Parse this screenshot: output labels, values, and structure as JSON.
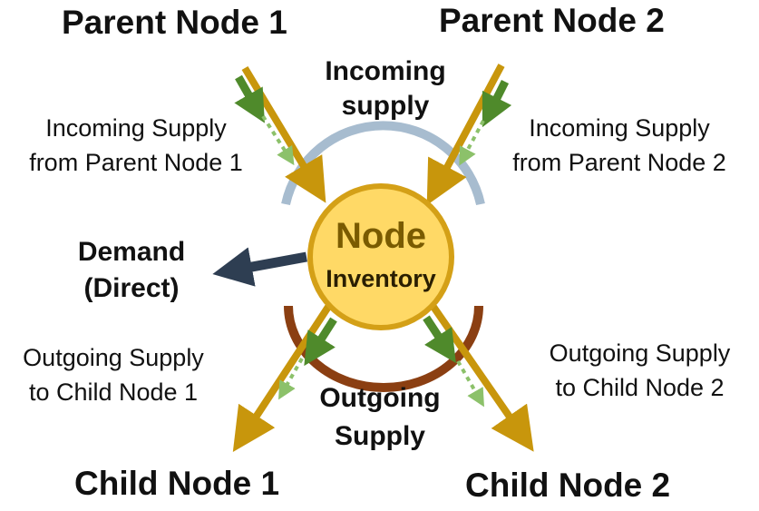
{
  "parents": {
    "p1": "Parent Node 1",
    "p2": "Parent Node 2"
  },
  "children": {
    "c1": "Child Node 1",
    "c2": "Child Node 2"
  },
  "incoming": {
    "title_line1": "Incoming",
    "title_line2": "supply",
    "from_p1_line1": "Incoming Supply",
    "from_p1_line2": "from Parent Node 1",
    "from_p2_line1": "Incoming Supply",
    "from_p2_line2": "from Parent Node 2"
  },
  "outgoing": {
    "title_line1": "Outgoing",
    "title_line2": "Supply",
    "to_c1_line1": "Outgoing Supply",
    "to_c1_line2": "to Child Node 1",
    "to_c2_line1": "Outgoing Supply",
    "to_c2_line2": "to Child Node 2"
  },
  "demand": {
    "line1": "Demand",
    "line2": "(Direct)"
  },
  "node": {
    "title": "Node",
    "subtitle": "Inventory"
  },
  "colors": {
    "gold_arrow": "#c8960c",
    "green_arrow": "#4f8a2b",
    "light_green_dotted": "#8cc16a",
    "blue_arc": "#a7bccf",
    "brown_arc": "#8b3f12",
    "demand_arrow": "#2e3e52",
    "node_fill": "#ffd966",
    "node_stroke": "#d4a017"
  }
}
